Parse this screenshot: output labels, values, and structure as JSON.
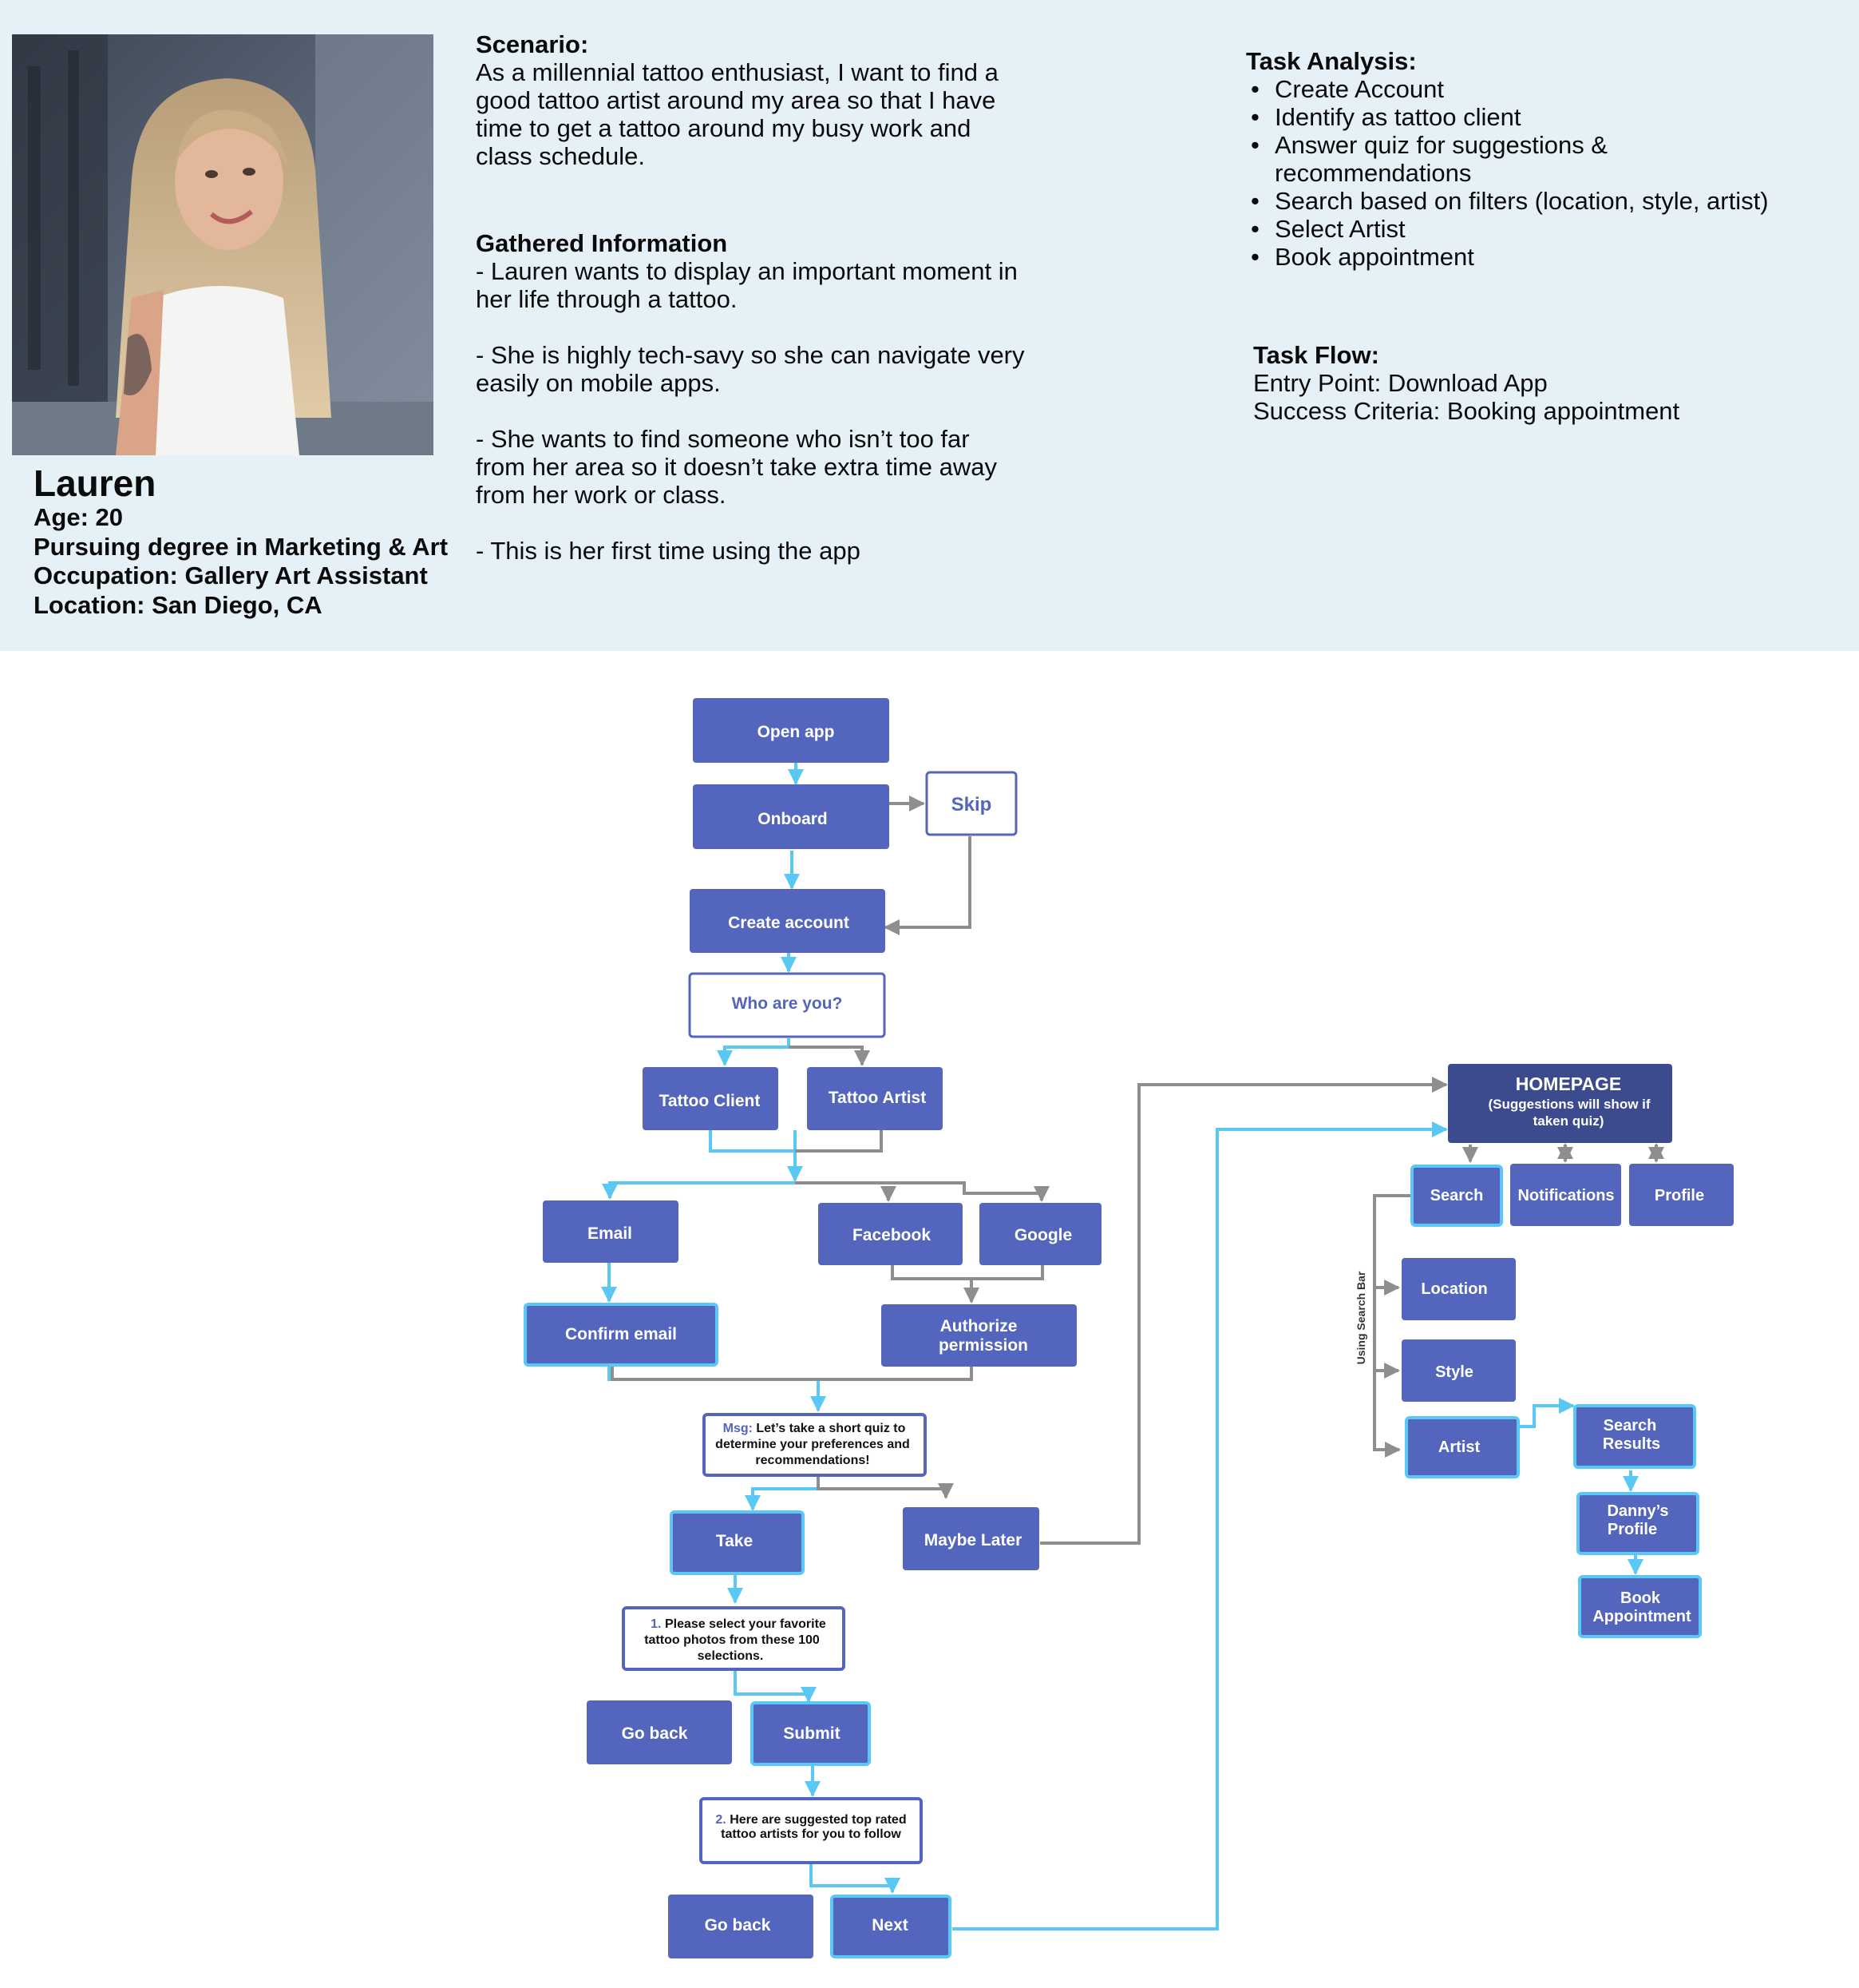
{
  "persona": {
    "name": "Lauren",
    "age": "Age: 20",
    "degree": "Pursuing degree in Marketing & Art",
    "occupation": "Occupation: Gallery Art Assistant",
    "location": "Location: San Diego, CA"
  },
  "scenario": {
    "title": "Scenario:",
    "lines": [
      "As a millennial tattoo enthusiast, I want to find a",
      "good tattoo artist around my area so that I have",
      "time to get a tattoo around my busy work and",
      "class schedule."
    ]
  },
  "gathered": {
    "title": "Gathered Information",
    "p1": [
      "- Lauren wants to display an important moment in",
      "her life through a tattoo."
    ],
    "p2": [
      "- She is highly tech-savy so she can navigate very",
      "easily on mobile apps."
    ],
    "p3": [
      "- She wants to find someone who isn’t too far",
      "from her area so it doesn’t take extra time away",
      "from her work or class."
    ],
    "p4": [
      "- This is her first time using the app"
    ]
  },
  "task_analysis": {
    "title": "Task Analysis:",
    "items": [
      "Create Account",
      "Identify as tattoo client",
      "Answer quiz for suggestions &",
      "Search based on filters (location, style, artist)",
      "Select Artist",
      "Book appointment"
    ],
    "item3_cont": "recommendations"
  },
  "task_flow": {
    "title": "Task Flow:",
    "entry": "Entry Point: Download App",
    "success": "Success Criteria: Booking appointment"
  },
  "flow": {
    "open_app": "Open app",
    "onboard": "Onboard",
    "skip": "Skip",
    "create_account": "Create account",
    "who_are_you": "Who are you?",
    "tattoo_client": "Tattoo Client",
    "tattoo_artist": "Tattoo Artist",
    "email": "Email",
    "facebook": "Facebook",
    "google": "Google",
    "confirm_email": "Confirm email",
    "authorize_1": "Authorize",
    "authorize_2": "permission",
    "msg_prefix": "Msg:",
    "msg_1": " Let’s take a short quiz to",
    "msg_2": "determine your preferences and",
    "msg_3": "recommendations!",
    "take": "Take",
    "maybe_later": "Maybe Later",
    "q1_num": "1.",
    "q1_1": " Please select your favorite",
    "q1_2": "tattoo photos from these 100",
    "q1_3": "selections.",
    "go_back_1": "Go back",
    "submit": "Submit",
    "q2_num": "2.",
    "q2_1": " Here are suggested top rated",
    "q2_2": "tattoo artists for you to follow",
    "go_back_2": "Go back",
    "next": "Next",
    "homepage": "HOMEPAGE",
    "homepage_sub_1": "(Suggestions will show if",
    "homepage_sub_2": "taken quiz)",
    "search": "Search",
    "notifications": "Notifications",
    "profile": "Profile",
    "using_search_bar": "Using Search Bar",
    "location": "Location",
    "style": "Style",
    "artist": "Artist",
    "search_results_1": "Search",
    "search_results_2": "Results",
    "dannys_profile_1": "Danny’s",
    "dannys_profile_2": "Profile",
    "book_1": "Book",
    "book_2": "Appointment"
  },
  "colors": {
    "panel_bg": "#e6f1f7",
    "node_fill": "#5365bd",
    "node_outline": "#5ac8f5",
    "homepage_fill": "#3b4b8e",
    "connector_gray": "#8e8e8e",
    "connector_blue": "#5ac8f5"
  }
}
